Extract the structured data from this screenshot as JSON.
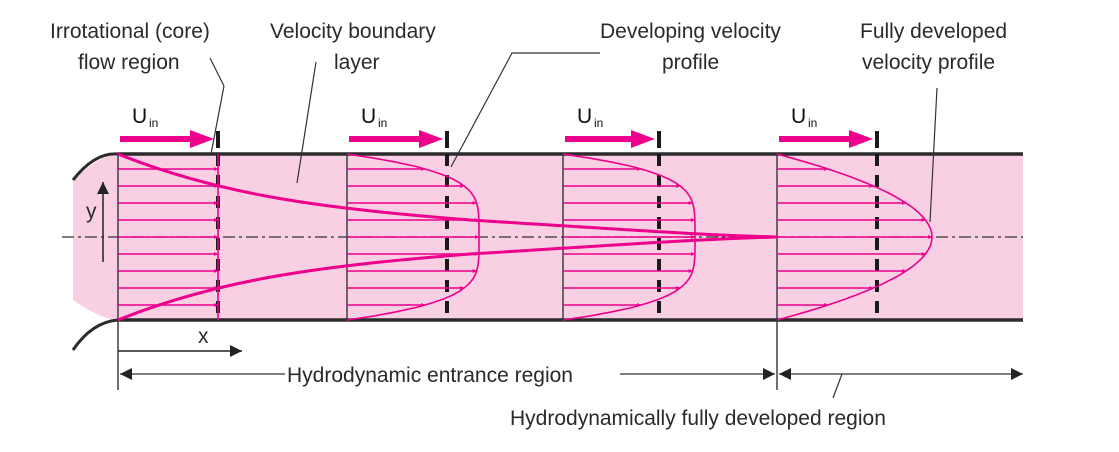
{
  "title": "Hydrodynamic entrance region of pipe flow",
  "colors": {
    "fluid_fill": "#f9d0e3",
    "accent": "#ec008c",
    "wall": "#2b2b2b",
    "text": "#2a2a2a"
  },
  "labels": {
    "core_line1": "Irrotational (core)",
    "core_line2": "flow region",
    "bl_line1": "Velocity boundary",
    "bl_line2": "layer",
    "dev_line1": "Developing velocity",
    "dev_line2": "profile",
    "full_line1": "Fully developed",
    "full_line2": "velocity profile",
    "entrance_region": "Hydrodynamic entrance region",
    "developed_region": "Hydrodynamically fully developed region",
    "axis_x": "x",
    "axis_y": "y",
    "uin_main": "U",
    "uin_sub": "in"
  },
  "stations": [
    {
      "name": "inlet",
      "profile": "uniform"
    },
    {
      "name": "developing-1",
      "profile": "developing"
    },
    {
      "name": "developing-2",
      "profile": "developing"
    },
    {
      "name": "fully-developed",
      "profile": "parabolic"
    }
  ]
}
